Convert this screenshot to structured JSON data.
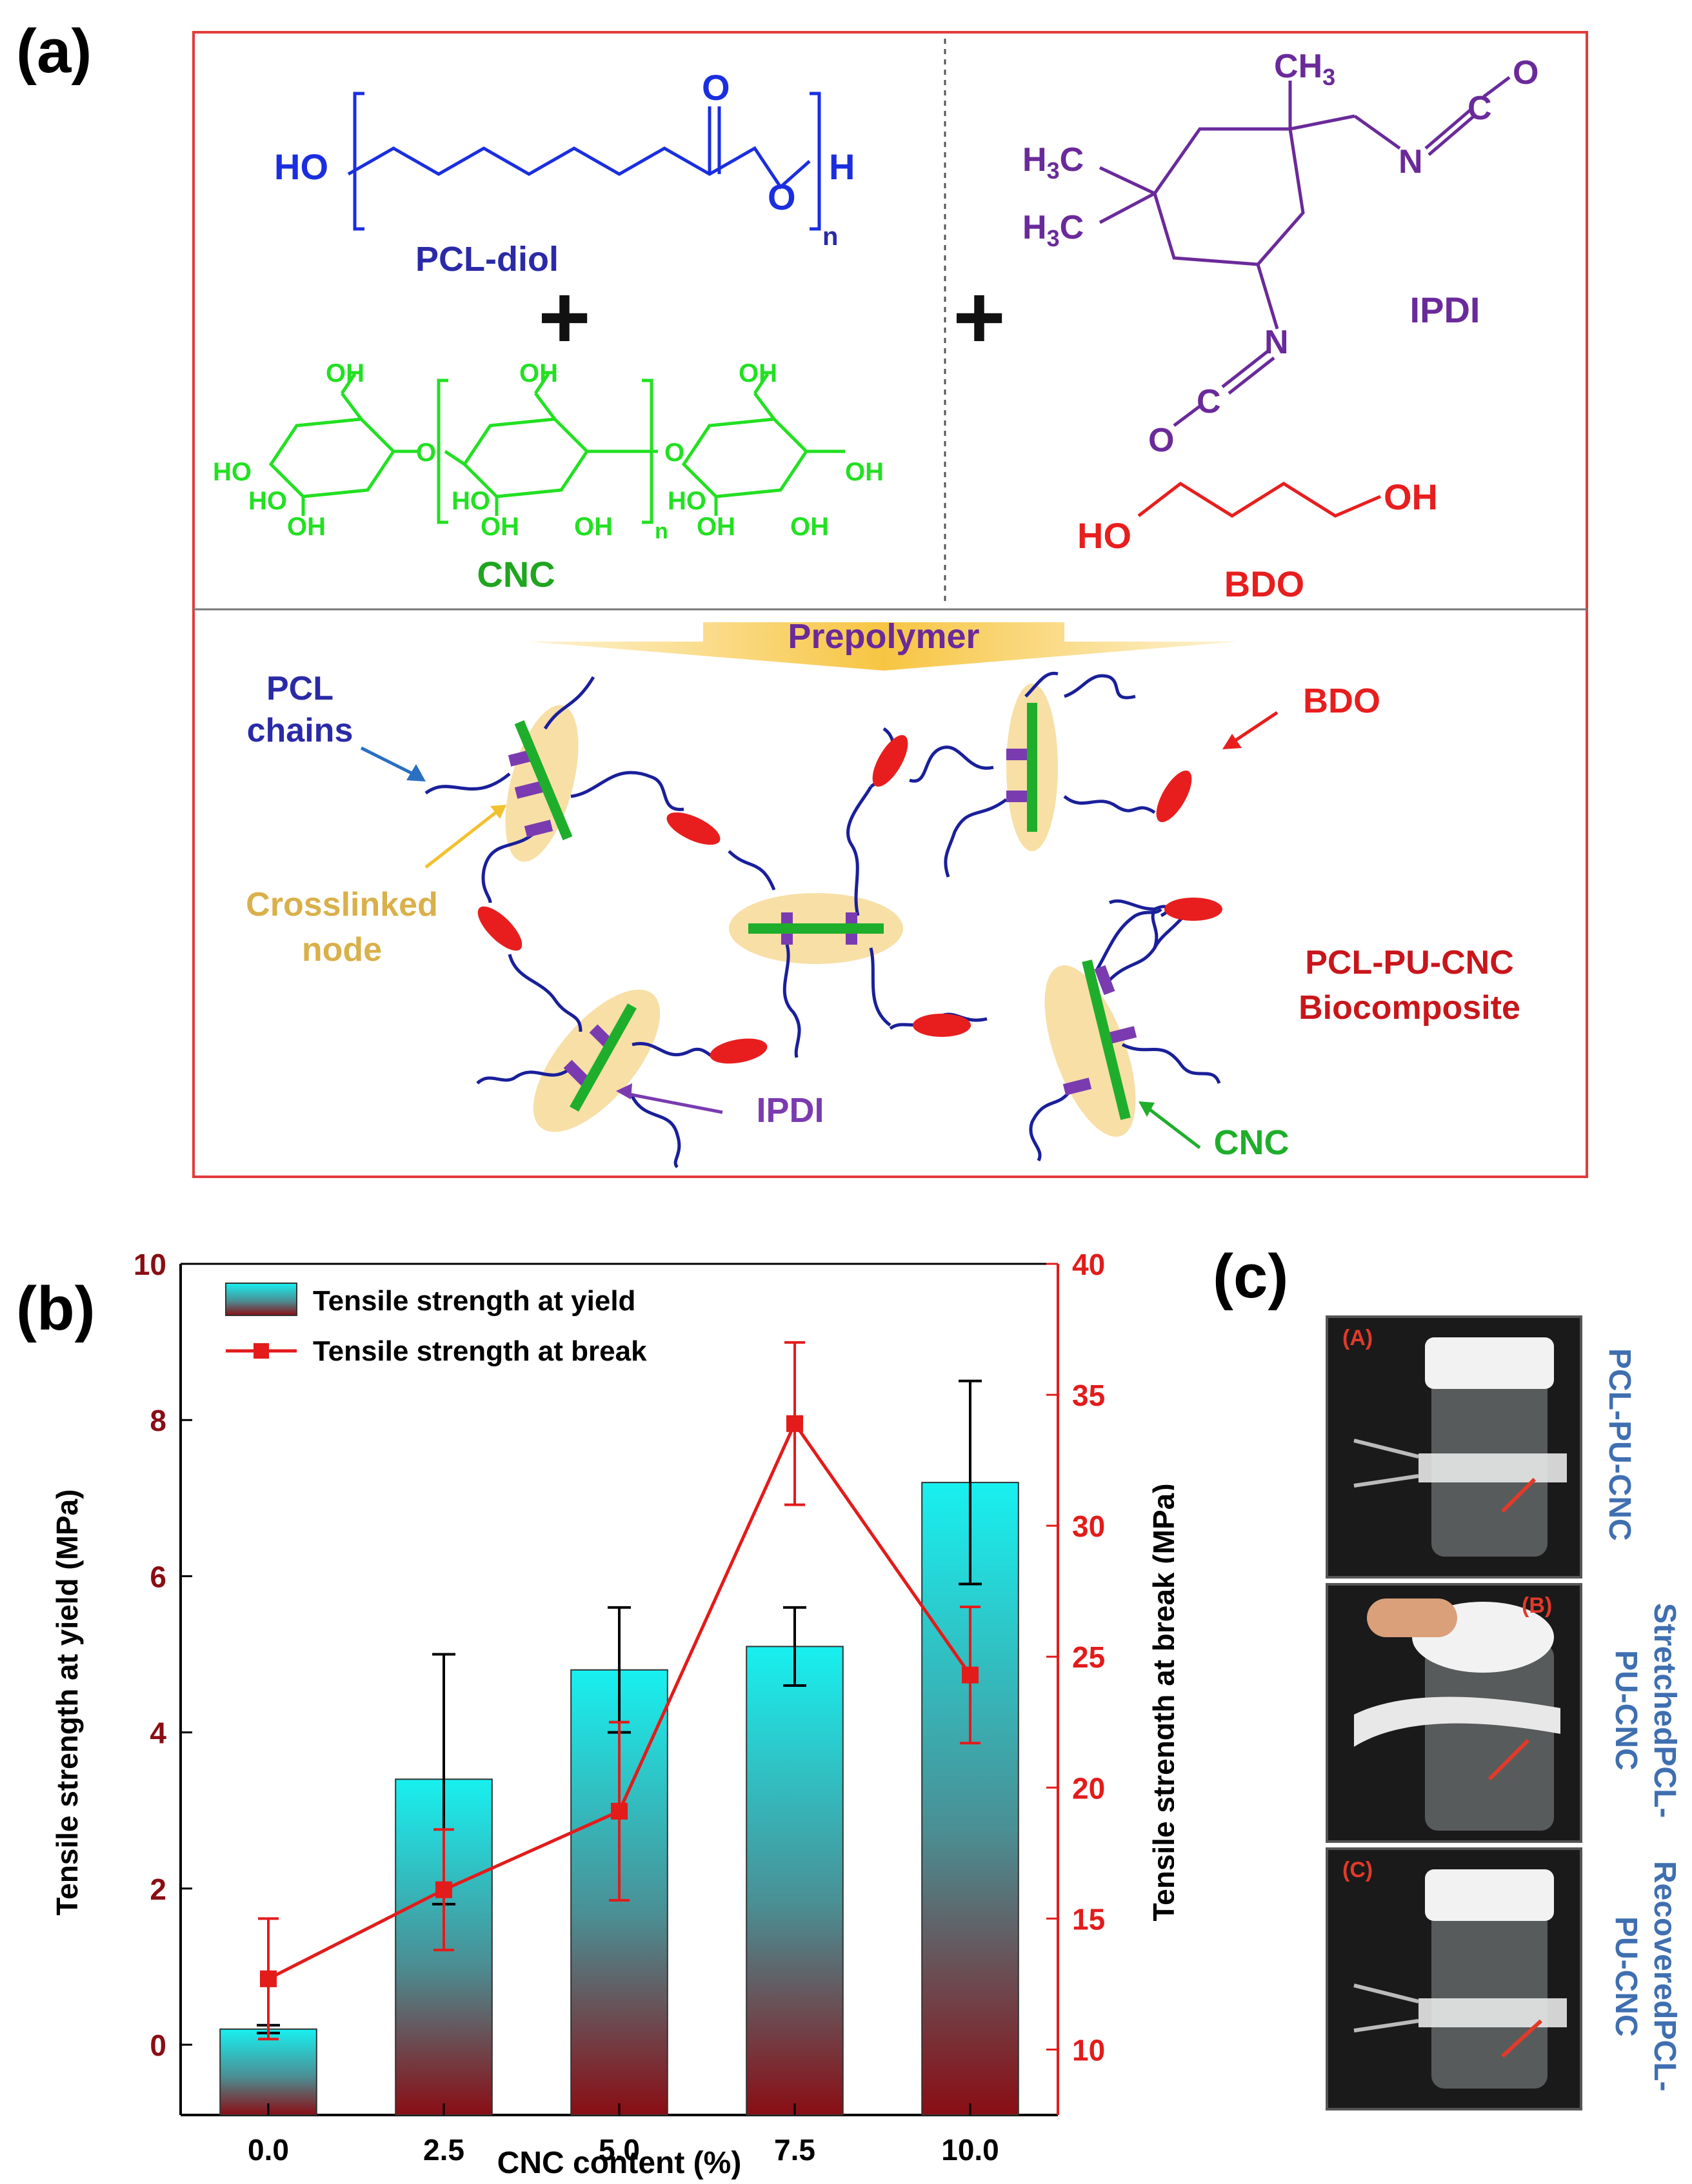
{
  "panel_labels": {
    "a": "(a)",
    "b": "(b)",
    "c": "(c)"
  },
  "scheme": {
    "pcl": {
      "ho": "HO",
      "h": "H",
      "o_carbonyl": "O",
      "o_ester": "O",
      "n": "n",
      "name": "PCL-diol"
    },
    "cnc": {
      "oh": "OH",
      "ho": "HO",
      "o": "O",
      "n": "n",
      "name": "CNC"
    },
    "ipdi": {
      "ch3": "CH3",
      "h3c": "H3C",
      "n": "N",
      "c": "C",
      "o": "O",
      "name": "IPDI"
    },
    "bdo": {
      "ho": "HO",
      "oh": "OH",
      "name": "BDO"
    },
    "plus": "+",
    "prepolymer": "Prepolymer",
    "labels": {
      "pcl_chains_1": "PCL",
      "pcl_chains_2": "chains",
      "crosslinked_1": "Crosslinked",
      "crosslinked_2": "node",
      "bdo": "BDO",
      "ipdi": "IPDI",
      "cnc": "CNC",
      "composite_1": "PCL-PU-CNC",
      "composite_2": "Biocomposite"
    },
    "colors": {
      "pcl": "#1a2ee0",
      "pcl_name": "#2a2aa8",
      "cnc": "#22e022",
      "cnc_name": "#1fa51f",
      "ipdi": "#6a2a9a",
      "bdo": "#e81e1e",
      "node": "#f7dfa6",
      "arrow": "#f7c542",
      "frame": "#e23b3b"
    }
  },
  "chart_data": {
    "type": "bar",
    "categories": [
      "0.0",
      "2.5",
      "5.0",
      "7.5",
      "10.0"
    ],
    "xlabel": "CNC content (%)",
    "ylabel": "Tensile strength at yield (MPa)",
    "y2label": "Tensile strength at break (MPa)",
    "ylim": [
      -0.9,
      10
    ],
    "y2lim": [
      7.5,
      40
    ],
    "yticks": [
      "0",
      "2",
      "4",
      "6",
      "8",
      "10"
    ],
    "y2ticks": [
      "10",
      "15",
      "20",
      "25",
      "30",
      "35",
      "40"
    ],
    "legend_position": "top-left",
    "series": [
      {
        "name": "Tensile strength at yield",
        "kind": "bar",
        "values": [
          0.2,
          3.4,
          4.8,
          5.1,
          7.2
        ],
        "errors": [
          0.05,
          1.6,
          0.8,
          0.5,
          1.3
        ]
      },
      {
        "name": "Tensile strength at break",
        "kind": "line",
        "axis": "right",
        "values": [
          12.7,
          16.1,
          19.1,
          33.9,
          24.3
        ],
        "errors": [
          2.3,
          2.3,
          3.4,
          3.1,
          2.6
        ]
      }
    ],
    "colors": {
      "bar_top": "#18f0f0",
      "bar_bottom": "#8a0d14",
      "line": "#e31b1b",
      "axis_left": "#000000",
      "axis_right": "#e31b1b",
      "tick_left": "#8a0d14"
    }
  },
  "photos": {
    "items": [
      {
        "tag": "(A)",
        "label_1": "PCL-PU-CNC",
        "label_2": ""
      },
      {
        "tag": "(B)",
        "label_1": "Stretched",
        "label_2": "PCL-PU-CNC"
      },
      {
        "tag": "(C)",
        "label_1": "Recovered",
        "label_2": "PCL-PU-CNC"
      }
    ]
  }
}
